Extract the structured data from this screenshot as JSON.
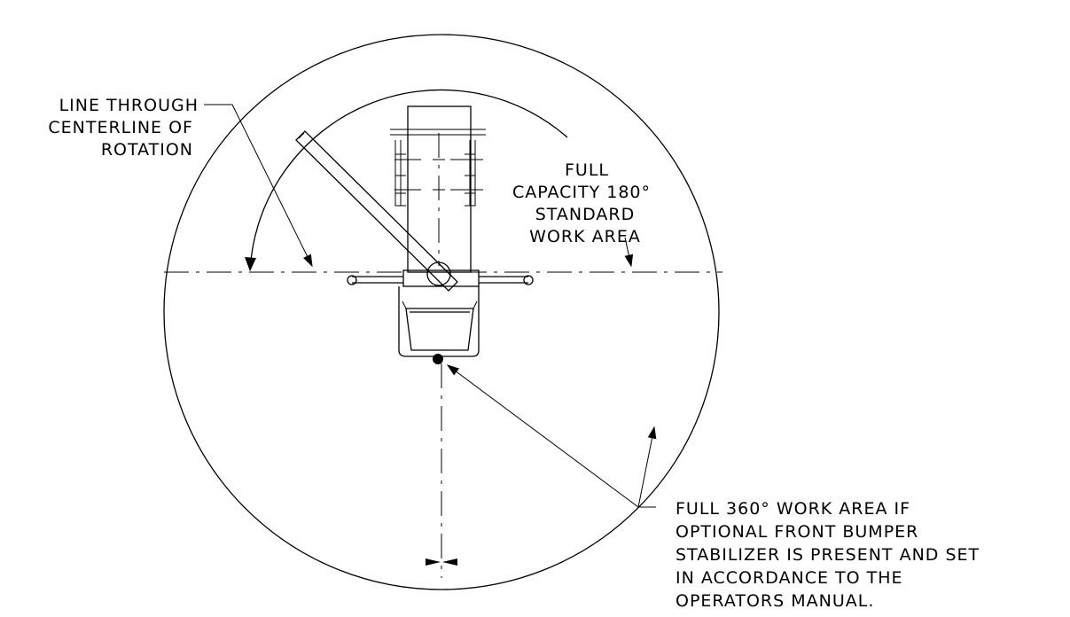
{
  "labels": {
    "centerline": {
      "line1": "LINE THROUGH",
      "line2": "CENTERLINE OF",
      "line3": "ROTATION"
    },
    "capacity": {
      "line1": "FULL",
      "line2": "CAPACITY 180°",
      "line3": "STANDARD",
      "line4": "WORK AREA"
    },
    "full360": {
      "line1": "FULL 360° WORK AREA IF",
      "line2": "OPTIONAL FRONT BUMPER",
      "line3": "STABILIZER IS PRESENT AND SET",
      "line4": "IN ACCORDANCE TO THE",
      "line5": "OPERATORS MANUAL."
    }
  },
  "colors": {
    "ink": "#000000",
    "paper": "#ffffff"
  }
}
